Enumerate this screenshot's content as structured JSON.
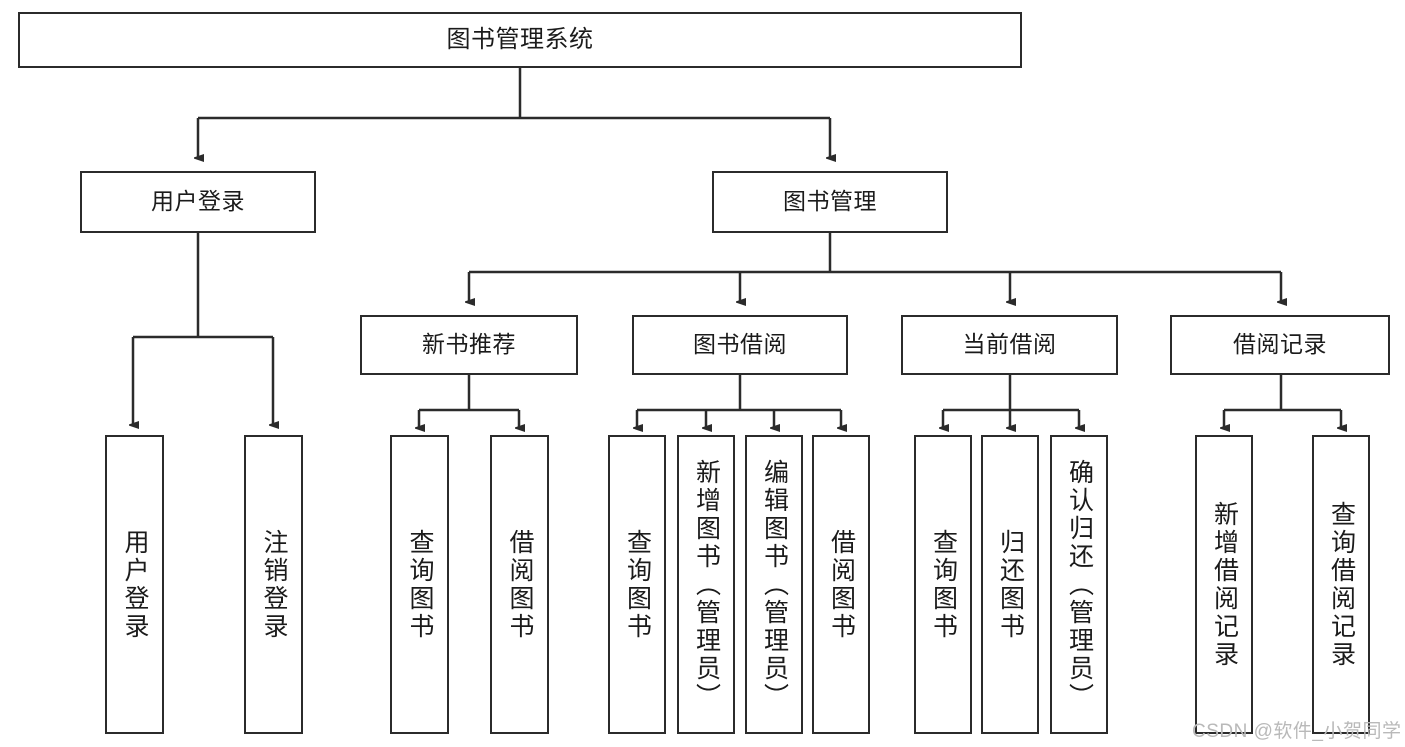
{
  "diagram": {
    "title": "图书管理系统",
    "type": "tree-hierarchy-chart",
    "watermark": "CSDN @软件_小贺同学",
    "colors": {
      "box_border": "#2b2b2b",
      "box_fill": "#ffffff",
      "edge": "#2b2b2b",
      "text": "#1b1b1b",
      "watermark": "#b9b9b9",
      "background": "#ffffff"
    },
    "nodes": {
      "root": {
        "label": "图书管理系统"
      },
      "level2": [
        {
          "key": "user_login",
          "label": "用户登录"
        },
        {
          "key": "book_manage",
          "label": "图书管理"
        }
      ],
      "level3": [
        {
          "key": "new_book_rec",
          "label": "新书推荐"
        },
        {
          "key": "book_borrow",
          "label": "图书借阅"
        },
        {
          "key": "current_borrow",
          "label": "当前借阅"
        },
        {
          "key": "borrow_record",
          "label": "借阅记录"
        }
      ],
      "leaves": {
        "user_login": [
          {
            "label": "用户登录"
          },
          {
            "label": "注销登录"
          }
        ],
        "new_book_rec": [
          {
            "label": "查询图书"
          },
          {
            "label": "借阅图书"
          }
        ],
        "book_borrow": [
          {
            "label": "查询图书"
          },
          {
            "label": "新增图书（管理员）"
          },
          {
            "label": "编辑图书（管理员）"
          },
          {
            "label": "借阅图书"
          }
        ],
        "current_borrow": [
          {
            "label": "查询图书"
          },
          {
            "label": "归还图书"
          },
          {
            "label": "确认归还（管理员）"
          }
        ],
        "borrow_record": [
          {
            "label": "新增借阅记录"
          },
          {
            "label": "查询借阅记录"
          }
        ]
      }
    }
  }
}
